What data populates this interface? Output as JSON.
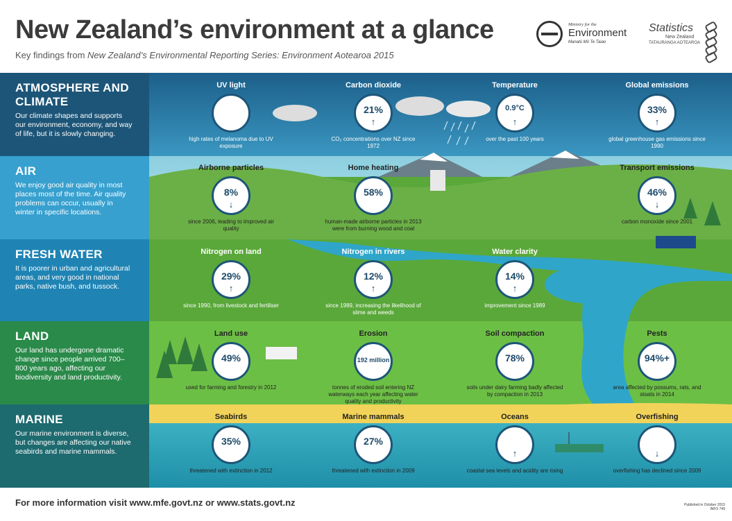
{
  "header": {
    "title": "New Zealand’s environment at a glance",
    "subtitle_prefix": "Key findings from ",
    "subtitle_italic": "New Zealand’s Environmental Reporting Series: Environment Aotearoa 2015"
  },
  "logos": {
    "mfe_small": "Ministry for the",
    "mfe_big": "Environment",
    "mfe_maori": "Manatū Mō Te Taiao",
    "stats_big": "Statistics",
    "stats_nz": "New Zealand",
    "stats_maori": "TATAURANGA AOTEAROA"
  },
  "sections": [
    {
      "title": "ATMOSPHERE AND CLIMATE",
      "text": "Our climate shapes and supports our environment, economy, and way of life, but it is slowly changing."
    },
    {
      "title": "AIR",
      "text": "We enjoy good air quality in most places most of the time. Air quality problems can occur, usually in winter in specific locations."
    },
    {
      "title": "FRESH WATER",
      "text": "It is poorer in urban and agricultural areas, and very good in national parks, native bush, and tussock."
    },
    {
      "title": "LAND",
      "text": "Our land has undergone dramatic change since people arrived 700–800 years ago, affecting our biodiversity and land productivity."
    },
    {
      "title": "MARINE",
      "text": "Our marine environment is diverse, but changes are affecting our native seabirds and marine mammals."
    }
  ],
  "indicators": [
    {
      "title": "UV light",
      "value": "",
      "arrow": "",
      "caption": "high rates of melanoma due to UV exposure"
    },
    {
      "title": "Carbon dioxide",
      "value": "21%",
      "arrow": "↑",
      "caption": "CO₂ concentrations over NZ since 1972"
    },
    {
      "title": "Temperature",
      "value": "0.9°C",
      "arrow": "↑",
      "caption": "over the past 100 years"
    },
    {
      "title": "Global emissions",
      "value": "33%",
      "arrow": "↑",
      "caption": "global greenhouse gas emissions since 1990"
    },
    {
      "title": "Airborne particles",
      "value": "8%",
      "arrow": "↓",
      "caption": "since 2006, leading to improved air quality"
    },
    {
      "title": "Home heating",
      "value": "58%",
      "arrow": "",
      "caption": "human-made airborne particles in 2013 were from burning wood and coal"
    },
    {
      "title": "Transport emissions",
      "value": "46%",
      "arrow": "↓",
      "caption": "carbon monoxide since 2001"
    },
    {
      "title": "Nitrogen on land",
      "value": "29%",
      "arrow": "↑",
      "caption": "since 1990, from livestock and fertiliser"
    },
    {
      "title": "Nitrogen in rivers",
      "value": "12%",
      "arrow": "↑",
      "caption": "since 1989, increasing the likelihood of slime and weeds"
    },
    {
      "title": "Water clarity",
      "value": "14%",
      "arrow": "↑",
      "caption": "improvement since 1989"
    },
    {
      "title": "Land use",
      "value": "49%",
      "arrow": "",
      "caption": "used for farming and forestry in 2012"
    },
    {
      "title": "Erosion",
      "value": "192 million",
      "arrow": "",
      "caption": "tonnes of eroded soil entering NZ waterways each year affecting water quality and productivity"
    },
    {
      "title": "Soil compaction",
      "value": "78%",
      "arrow": "",
      "caption": "soils under dairy farming badly affected by compaction in 2013"
    },
    {
      "title": "Pests",
      "value": "94%+",
      "arrow": "",
      "caption": "area affected by possums, rats, and stoats in 2014"
    },
    {
      "title": "Seabirds",
      "value": "35%",
      "arrow": "",
      "caption": "threatened with extinction in 2012"
    },
    {
      "title": "Marine mammals",
      "value": "27%",
      "arrow": "",
      "caption": "threatened with extinction in 2009"
    },
    {
      "title": "Oceans",
      "value": "",
      "arrow": "↑",
      "caption": "coastal sea levels and acidity are rising"
    },
    {
      "title": "Overfishing",
      "value": "",
      "arrow": "↓",
      "caption": "overfishing has declined since 2009"
    }
  ],
  "footer": {
    "text": "For more information visit www.mfe.govt.nz or www.stats.govt.nz",
    "published": "Published in October 2015",
    "info": "INFO 749"
  }
}
